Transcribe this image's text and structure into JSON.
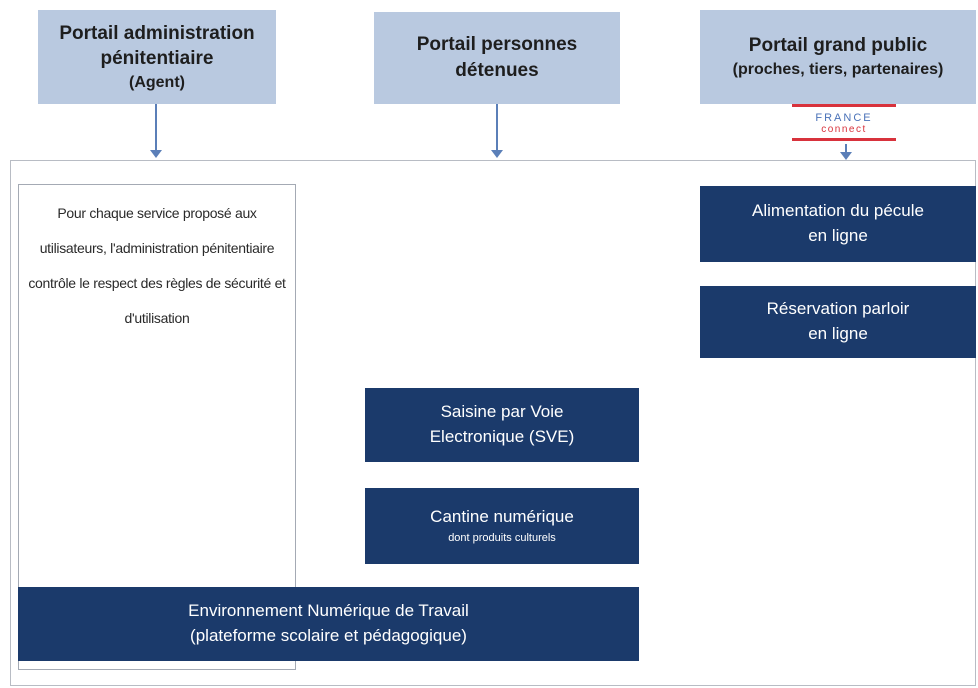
{
  "portals": {
    "admin": {
      "title": "Portail administration pénitentiaire",
      "sub": "(Agent)"
    },
    "detenus": {
      "title": "Portail personnes détenues"
    },
    "public": {
      "title": "Portail grand public",
      "sub": "(proches, tiers, partenaires)"
    }
  },
  "franceconnect": {
    "word1": "FRANCE",
    "word2": "connect"
  },
  "note": "Pour chaque service proposé aux utilisateurs, l'administration pénitentiaire contrôle le respect des règles de sécurité et d'utilisation",
  "services": {
    "pecule": {
      "line1": "Alimentation du pécule",
      "line2": "en ligne"
    },
    "parloir": {
      "line1": "Réservation parloir",
      "line2": "en ligne"
    },
    "sve": {
      "line1": "Saisine par Voie",
      "line2": "Electronique (SVE)"
    },
    "cantine": {
      "line1": "Cantine numérique",
      "sub": "dont produits culturels"
    },
    "ent": {
      "line1": "Environnement Numérique de Travail",
      "line2": "(plateforme scolaire et pédagogique)"
    }
  },
  "colors": {
    "portal_bg": "#b9c9e0",
    "service_bg": "#1b3a6b",
    "arrow": "#5b7fb8",
    "fc_red": "#d8323c",
    "fc_blue": "#4a72b8"
  }
}
